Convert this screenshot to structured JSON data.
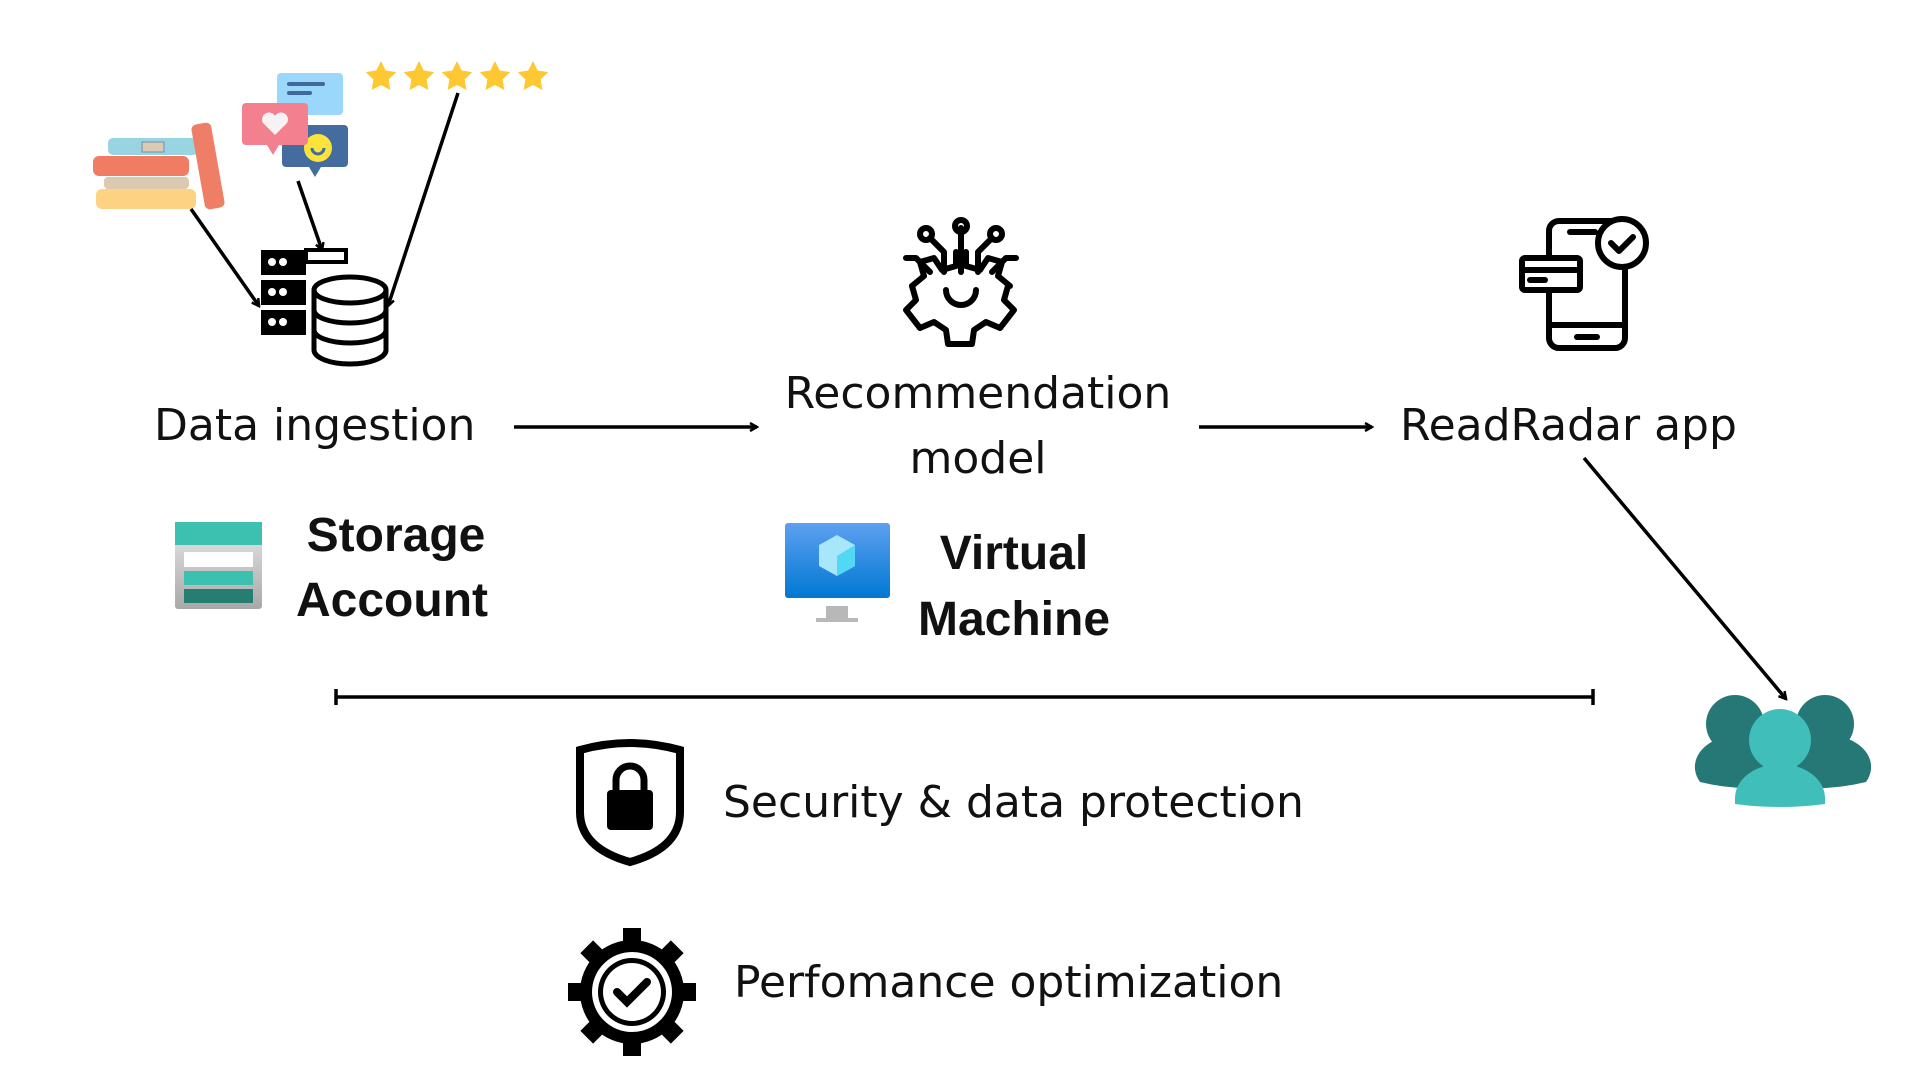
{
  "steps": {
    "ingestion": "Data ingestion",
    "model_line1": "Recommendation",
    "model_line2": "model",
    "app": "ReadRadar app"
  },
  "services": {
    "storage_line1": "Storage",
    "storage_line2": "Account",
    "vm_line1": "Virtual",
    "vm_line2": "Machine"
  },
  "crosscutting": {
    "security": "Security & data protection",
    "performance": "Perfomance optimization"
  },
  "colors": {
    "teal_dark": "#267876",
    "teal_light": "#40bfba",
    "star": "#fdc831",
    "azure_blue": "#2b88e0"
  }
}
